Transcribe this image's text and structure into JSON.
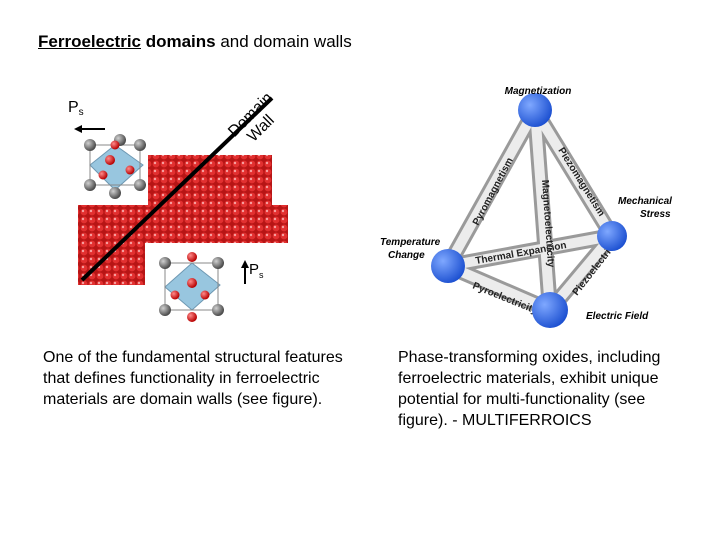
{
  "title": {
    "part1": "Ferroelectric",
    "part2": " domains",
    "part3": " and domain walls"
  },
  "left_figure": {
    "ps_top": "P",
    "ps_top_sub": "s",
    "domain_wall_label_1": "Domain",
    "domain_wall_label_2": "Wall",
    "ps_bottom": "P",
    "ps_bottom_sub": "s"
  },
  "right_figure": {
    "nodes": {
      "top": "Magnetization",
      "right": "Mechanical Stress",
      "left": "Temperature Change",
      "bottom": "Electric Field"
    },
    "edges": {
      "pyromagnetism": "Pyromagnetism",
      "piezomagnetism": "Piezomagnetism",
      "magnetoelectricity": "Magnetoelectricity",
      "thermal_expansion": "Thermal Expansion",
      "pyroelectricity": "Pyroelectricity",
      "piezoelectricity": "Piezoelectricity"
    }
  },
  "paragraphs": {
    "left": "One of the fundamental structural features that defines functionality in ferroelectric materials are domain walls (see figure).",
    "right": "Phase-transforming oxides, including ferroelectric materials, exhibit unique potential for multi-functionality (see figure). - MULTIFERROICS"
  },
  "colors": {
    "node_blue": "#2f6fe0",
    "atom_red": "#d81c1c",
    "atom_gray": "#6a6a6a",
    "octahedron": "#7fb8d8"
  }
}
